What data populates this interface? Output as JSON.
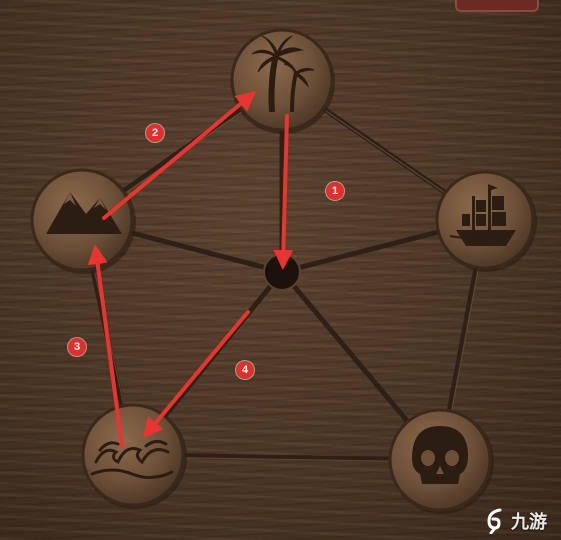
{
  "puzzle": {
    "nodes": [
      {
        "id": "palm",
        "icon": "palm-tree-icon"
      },
      {
        "id": "ship",
        "icon": "ship-icon"
      },
      {
        "id": "skull",
        "icon": "skull-icon"
      },
      {
        "id": "wave",
        "icon": "wave-icon"
      },
      {
        "id": "mountain",
        "icon": "mountain-icon"
      }
    ],
    "solution_steps": [
      "1",
      "2",
      "3",
      "4"
    ],
    "arrow_color": "#e8352f",
    "edge_color": "#2e2016"
  },
  "watermark": {
    "text": "九游"
  }
}
